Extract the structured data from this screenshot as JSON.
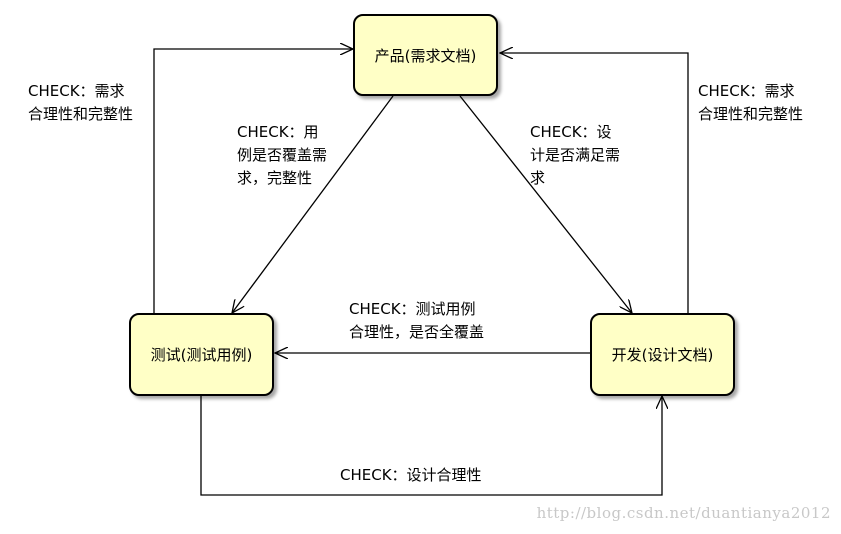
{
  "nodes": {
    "product": "产品(需求文档)",
    "test": "测试(测试用例)",
    "dev": "开发(设计文档)"
  },
  "edges": {
    "test_to_product": [
      "CHECK：需求",
      "合理性和完整性"
    ],
    "dev_to_product": [
      "CHECK：需求",
      "合理性和完整性"
    ],
    "product_to_test": [
      "CHECK：用",
      "例是否覆盖需",
      "求，完整性"
    ],
    "product_to_dev": [
      "CHECK：设",
      "计是否满足需",
      "求"
    ],
    "dev_to_test": [
      "CHECK：测试用例",
      "合理性，是否全覆盖"
    ],
    "test_to_dev": [
      "CHECK：设计合理性"
    ]
  },
  "watermark": "http://blog.csdn.net/duantianya2012",
  "colors": {
    "node_fill": "#ffffc6",
    "stroke": "#000000",
    "watermark": "#c8c8c8"
  }
}
